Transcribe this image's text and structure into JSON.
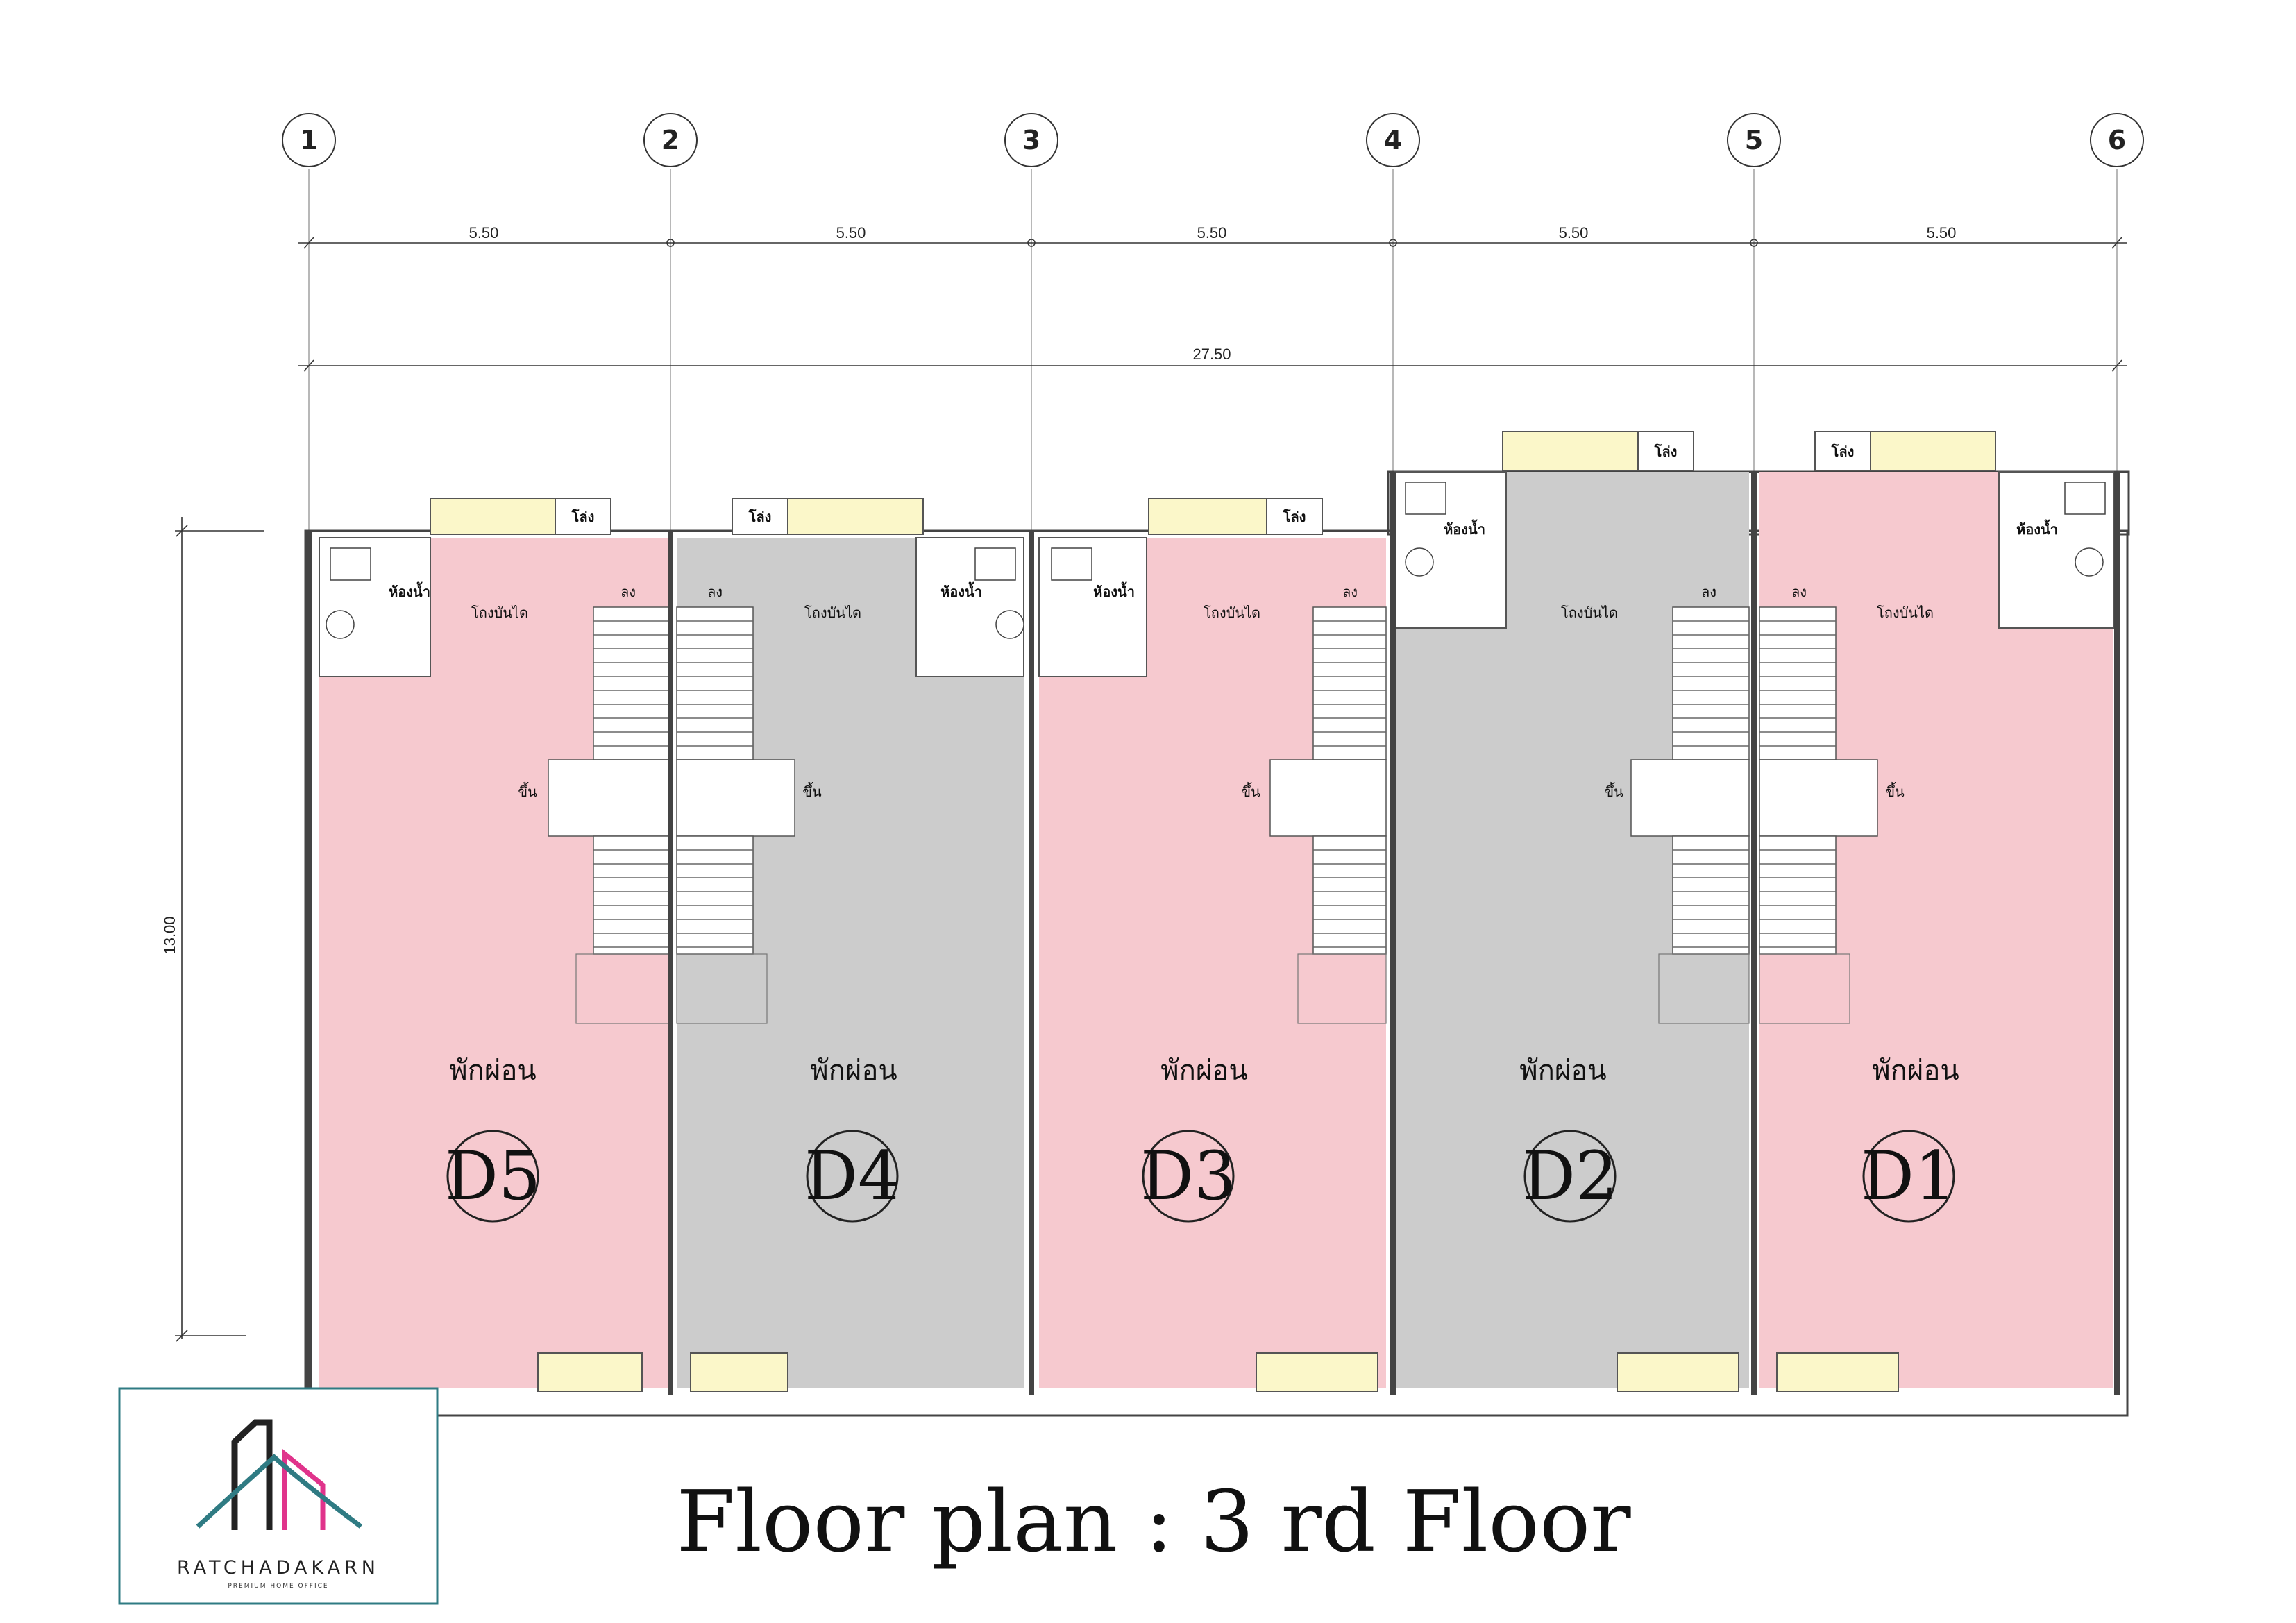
{
  "title": "Floor plan : 3 rd Floor",
  "grid_axes": [
    "1",
    "2",
    "3",
    "4",
    "5",
    "6"
  ],
  "dimensions": {
    "bays": [
      "5.50",
      "5.50",
      "5.50",
      "5.50",
      "5.50"
    ],
    "total_width": "27.50",
    "depth": "13.00"
  },
  "units": [
    {
      "id": "D5",
      "room": "พักผ่อน",
      "stair_label": "โถงบันได",
      "up": "ขึ้น",
      "down": "ลง",
      "bathroom": "ห้องน้ำ",
      "duct": "โล่ง",
      "fill": "#f6c9cf"
    },
    {
      "id": "D4",
      "room": "พักผ่อน",
      "stair_label": "โถงบันได",
      "up": "ขึ้น",
      "down": "ลง",
      "bathroom": "ห้องน้ำ",
      "duct": "โล่ง",
      "fill": "#cccccc"
    },
    {
      "id": "D3",
      "room": "พักผ่อน",
      "stair_label": "โถงบันได",
      "up": "ขึ้น",
      "down": "ลง",
      "bathroom": "ห้องน้ำ",
      "duct": "โล่ง",
      "fill": "#f6c9cf"
    },
    {
      "id": "D2",
      "room": "พักผ่อน",
      "stair_label": "โถงบันได",
      "up": "ขึ้น",
      "down": "ลง",
      "bathroom": "ห้องน้ำ",
      "duct": "โล่ง",
      "fill": "#cccccc"
    },
    {
      "id": "D1",
      "room": "พักผ่อน",
      "stair_label": "โถงบันได",
      "up": "ขึ้น",
      "down": "ลง",
      "bathroom": "ห้องน้ำ",
      "duct": "โล่ง",
      "fill": "#f6c9cf"
    }
  ],
  "logo": {
    "brand": "RATCHADAKARN",
    "tagline": "PREMIUM HOME OFFICE"
  },
  "colors": {
    "pink_unit": "#f6c9cf",
    "gray_unit": "#cccccc",
    "balcony": "#fbf7c9",
    "logo_teal": "#2f7b83",
    "logo_magenta": "#e0338b"
  }
}
